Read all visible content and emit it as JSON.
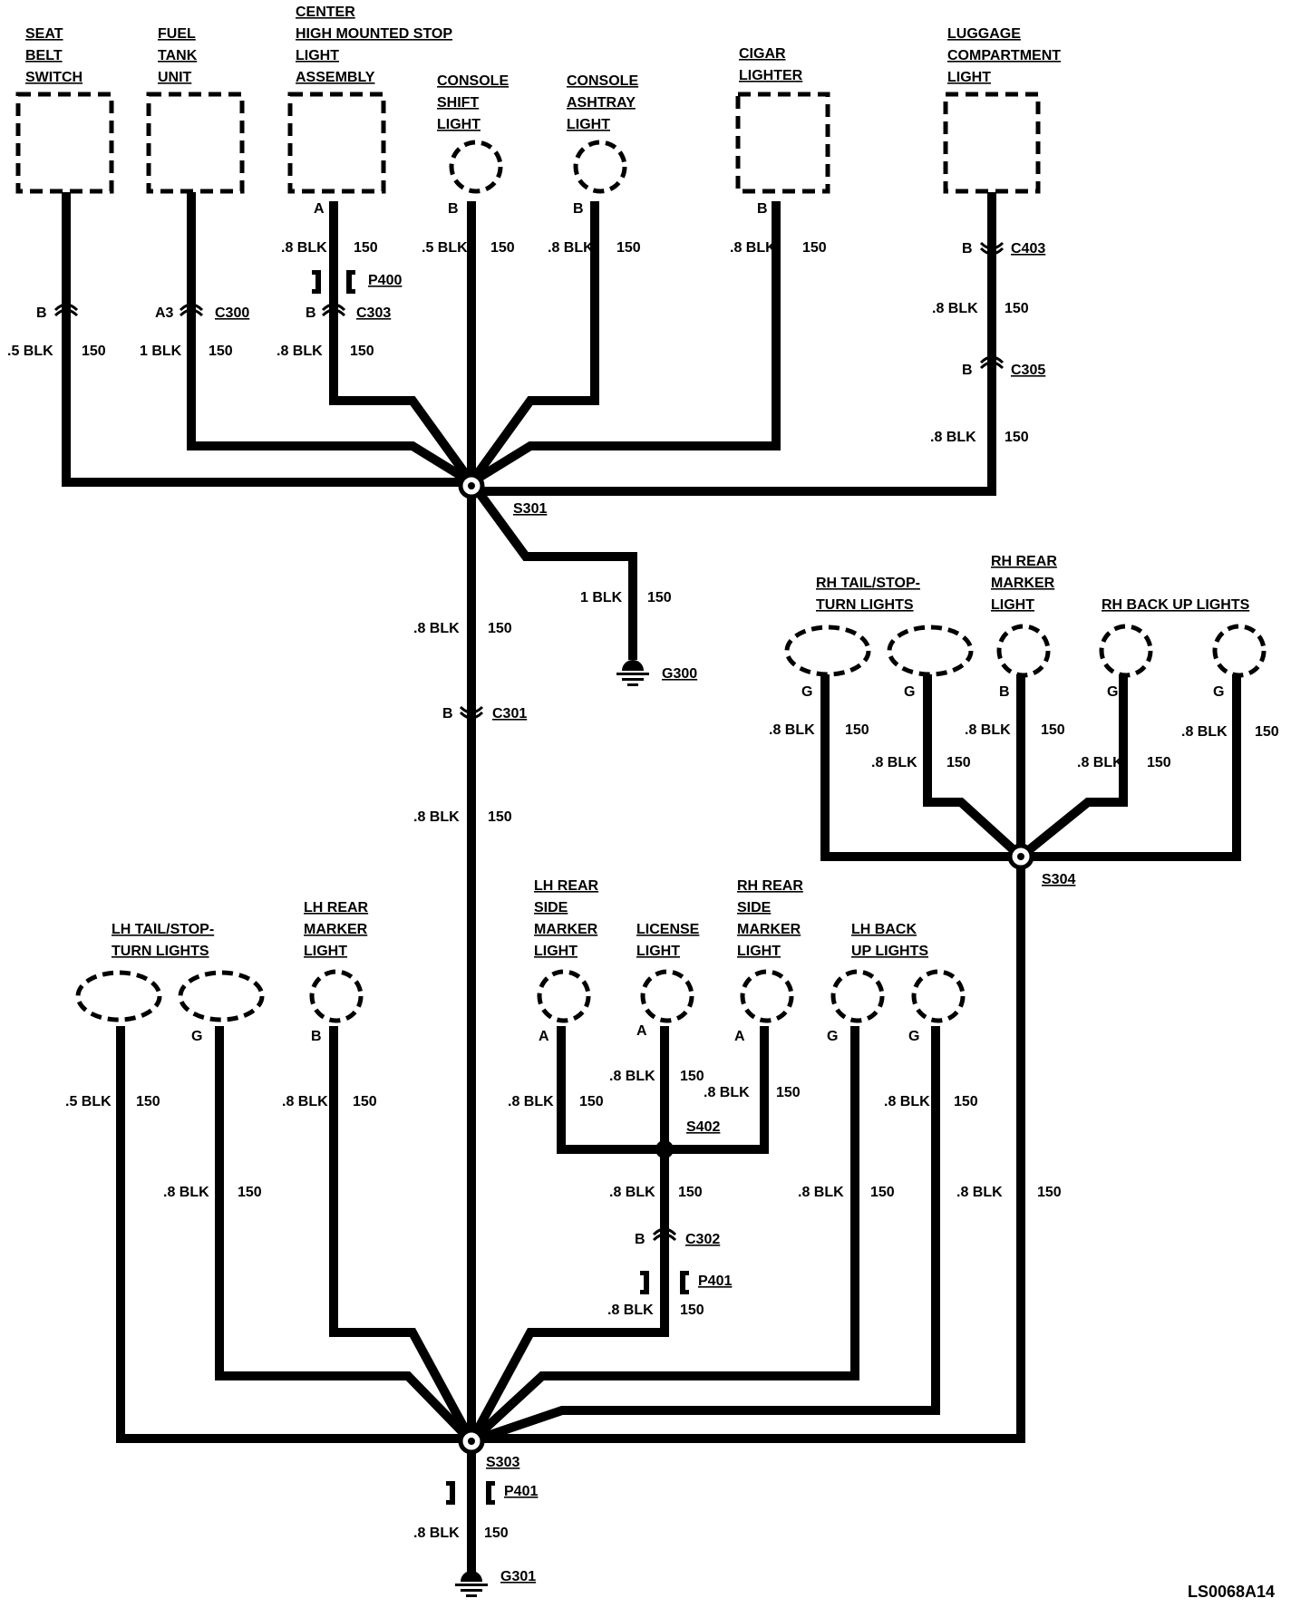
{
  "components": {
    "seat_belt_switch": [
      "SEAT",
      "BELT",
      "SWITCH"
    ],
    "fuel_tank_unit": [
      "FUEL",
      "TANK",
      "UNIT"
    ],
    "chmsl": [
      "CENTER",
      "HIGH MOUNTED STOP",
      "LIGHT",
      "ASSEMBLY"
    ],
    "console_shift_light": [
      "CONSOLE",
      "SHIFT",
      "LIGHT"
    ],
    "console_ashtray_light": [
      "CONSOLE",
      "ASHTRAY",
      "LIGHT"
    ],
    "cigar_lighter": [
      "CIGAR",
      "LIGHTER"
    ],
    "luggage_light": [
      "LUGGAGE",
      "COMPARTMENT",
      "LIGHT"
    ],
    "rh_tail": [
      "RH TAIL/STOP-",
      "TURN LIGHTS"
    ],
    "rh_rear_marker": [
      "RH REAR",
      "MARKER",
      "LIGHT"
    ],
    "rh_backup": [
      "RH BACK UP LIGHTS"
    ],
    "lh_tail": [
      "LH TAIL/STOP-",
      "TURN LIGHTS"
    ],
    "lh_rear_marker": [
      "LH REAR",
      "MARKER",
      "LIGHT"
    ],
    "lh_side_marker": [
      "LH REAR",
      "SIDE",
      "MARKER",
      "LIGHT"
    ],
    "license_light": [
      "LICENSE",
      "LIGHT"
    ],
    "rh_side_marker": [
      "RH REAR",
      "SIDE",
      "MARKER",
      "LIGHT"
    ],
    "lh_backup": [
      "LH BACK",
      "UP LIGHTS"
    ]
  },
  "connectors": {
    "c300": "C300",
    "c303": "C303",
    "p400": "P400",
    "c403": "C403",
    "c305": "C305",
    "c301": "C301",
    "c302": "C302",
    "p401_a": "P401",
    "p401_b": "P401"
  },
  "splices": {
    "s301": "S301",
    "s304": "S304",
    "s402": "S402",
    "s303": "S303"
  },
  "grounds": {
    "g300": "G300",
    "g301": "G301"
  },
  "pins": {
    "A": "A",
    "A3": "A3",
    "B": "B",
    "G": "G"
  },
  "wires": {
    "blk_05": ".5 BLK",
    "blk_08": ".8 BLK",
    "blk_1": "1 BLK",
    "circuit": "150"
  },
  "figure_id": "LS0068A14"
}
